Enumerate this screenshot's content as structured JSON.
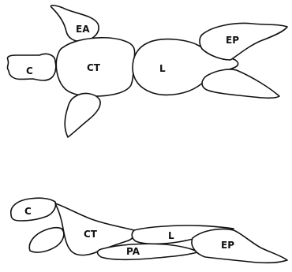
{
  "dorsal_view": {
    "labels": {
      "ea": "EA",
      "c": "C",
      "ct": "CT",
      "l": "L",
      "ep": "EP"
    }
  },
  "lateral_view": {
    "labels": {
      "c": "C",
      "ct": "CT",
      "l": "L",
      "pa": "PA",
      "ep": "EP"
    }
  },
  "colors": {
    "outline": "#111111",
    "fill": "#ffffff"
  }
}
